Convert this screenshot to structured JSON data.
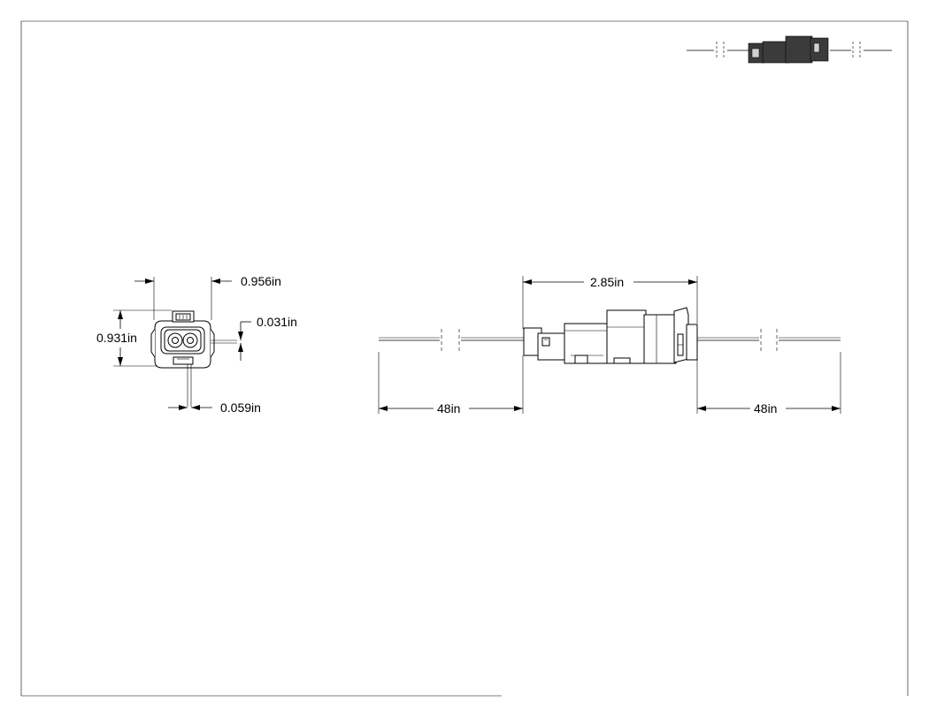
{
  "dimensions": {
    "front_width": "0.956in",
    "front_height": "0.931in",
    "front_small": "0.031in",
    "front_pin": "0.059in",
    "side_length": "2.85in",
    "wire_left": "48in",
    "wire_right": "48in"
  }
}
